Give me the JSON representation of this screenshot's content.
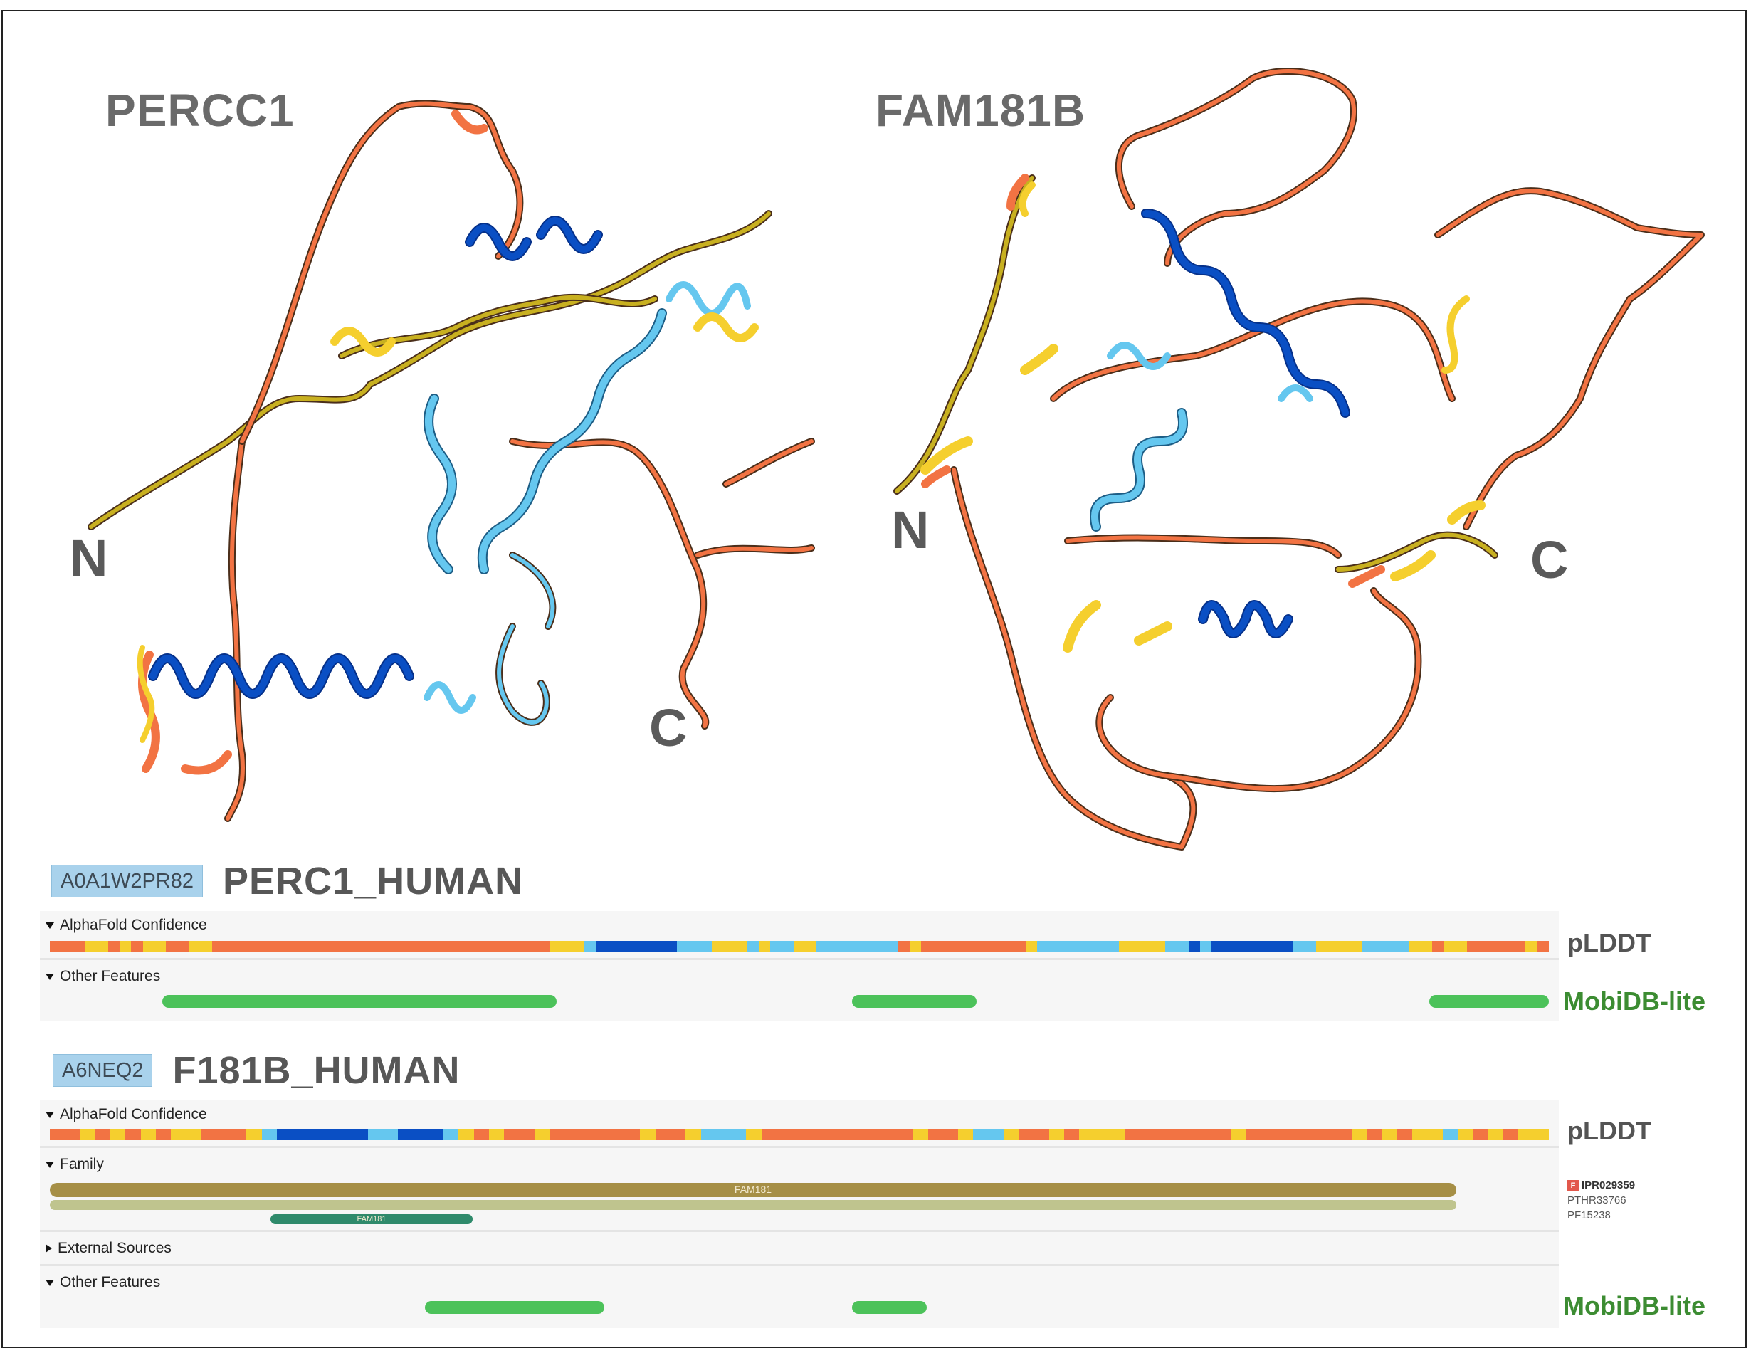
{
  "structures": [
    {
      "title": "PERCC1",
      "n_label": "N",
      "c_label": "C"
    },
    {
      "title": "FAM181B",
      "n_label": "N",
      "c_label": "C"
    }
  ],
  "colors": {
    "very_high": "#0a4fc4",
    "confident": "#65c7ef",
    "low": "#f5cf2e",
    "very_low": "#f27343",
    "mobidb": "#4cc25a"
  },
  "entries": [
    {
      "accession": "A0A1W2PR82",
      "name": "PERC1_HUMAN",
      "alphafold_label": "AlphaFold Confidence",
      "other_label": "Other Features",
      "plddt_side": "pLDDT",
      "mobidb_side": "MobiDB-lite",
      "plddt_segments": [
        [
          "very_low",
          3
        ],
        [
          "low",
          2
        ],
        [
          "very_low",
          1
        ],
        [
          "low",
          1
        ],
        [
          "very_low",
          1
        ],
        [
          "low",
          2
        ],
        [
          "very_low",
          2
        ],
        [
          "low",
          2
        ],
        [
          "very_low",
          29
        ],
        [
          "low",
          3
        ],
        [
          "confident",
          1
        ],
        [
          "very_high",
          7
        ],
        [
          "confident",
          3
        ],
        [
          "low",
          3
        ],
        [
          "confident",
          1
        ],
        [
          "low",
          1
        ],
        [
          "confident",
          2
        ],
        [
          "low",
          2
        ],
        [
          "confident",
          7
        ],
        [
          "very_low",
          1
        ],
        [
          "low",
          1
        ],
        [
          "very_low",
          9
        ],
        [
          "low",
          1
        ],
        [
          "confident",
          7
        ],
        [
          "low",
          4
        ],
        [
          "confident",
          2
        ],
        [
          "very_high",
          1
        ],
        [
          "confident",
          1
        ],
        [
          "very_high",
          7
        ],
        [
          "confident",
          2
        ],
        [
          "low",
          4
        ],
        [
          "confident",
          4
        ],
        [
          "low",
          2
        ],
        [
          "very_low",
          1
        ],
        [
          "low",
          2
        ],
        [
          "very_low",
          5
        ],
        [
          "low",
          1
        ],
        [
          "very_low",
          1
        ]
      ],
      "mobidb_regions": [
        [
          7.5,
          33.8
        ],
        [
          53.5,
          61.8
        ],
        [
          92.0,
          100
        ]
      ]
    },
    {
      "accession": "A6NEQ2",
      "name": "F181B_HUMAN",
      "alphafold_label": "AlphaFold Confidence",
      "family_label": "Family",
      "external_label": "External Sources",
      "other_label": "Other Features",
      "plddt_side": "pLDDT",
      "mobidb_side": "MobiDB-lite",
      "family_main_label": "FAM181",
      "family_sub_label": "FAM181",
      "family_sources": [
        "IPR029359",
        "PTHR33766",
        "PF15238"
      ],
      "ipr_badge": "F",
      "plddt_segments": [
        [
          "very_low",
          2
        ],
        [
          "low",
          1
        ],
        [
          "very_low",
          1
        ],
        [
          "low",
          1
        ],
        [
          "very_low",
          1
        ],
        [
          "low",
          1
        ],
        [
          "very_low",
          1
        ],
        [
          "low",
          2
        ],
        [
          "very_low",
          3
        ],
        [
          "low",
          1
        ],
        [
          "confident",
          1
        ],
        [
          "very_high",
          6
        ],
        [
          "confident",
          2
        ],
        [
          "very_high",
          3
        ],
        [
          "confident",
          1
        ],
        [
          "low",
          1
        ],
        [
          "very_low",
          1
        ],
        [
          "low",
          1
        ],
        [
          "very_low",
          2
        ],
        [
          "low",
          1
        ],
        [
          "very_low",
          6
        ],
        [
          "low",
          1
        ],
        [
          "very_low",
          2
        ],
        [
          "low",
          1
        ],
        [
          "confident",
          3
        ],
        [
          "low",
          1
        ],
        [
          "very_low",
          10
        ],
        [
          "low",
          1
        ],
        [
          "very_low",
          2
        ],
        [
          "low",
          1
        ],
        [
          "confident",
          2
        ],
        [
          "low",
          1
        ],
        [
          "very_low",
          2
        ],
        [
          "low",
          1
        ],
        [
          "very_low",
          1
        ],
        [
          "low",
          3
        ],
        [
          "very_low",
          7
        ],
        [
          "low",
          1
        ],
        [
          "very_low",
          7
        ],
        [
          "low",
          1
        ],
        [
          "very_low",
          1
        ],
        [
          "low",
          1
        ],
        [
          "very_low",
          1
        ],
        [
          "low",
          2
        ],
        [
          "confident",
          1
        ],
        [
          "low",
          1
        ],
        [
          "very_low",
          1
        ],
        [
          "low",
          1
        ],
        [
          "very_low",
          1
        ],
        [
          "low",
          2
        ]
      ],
      "mobidb_regions": [
        [
          25.0,
          37.0
        ],
        [
          53.5,
          58.5
        ]
      ]
    }
  ]
}
